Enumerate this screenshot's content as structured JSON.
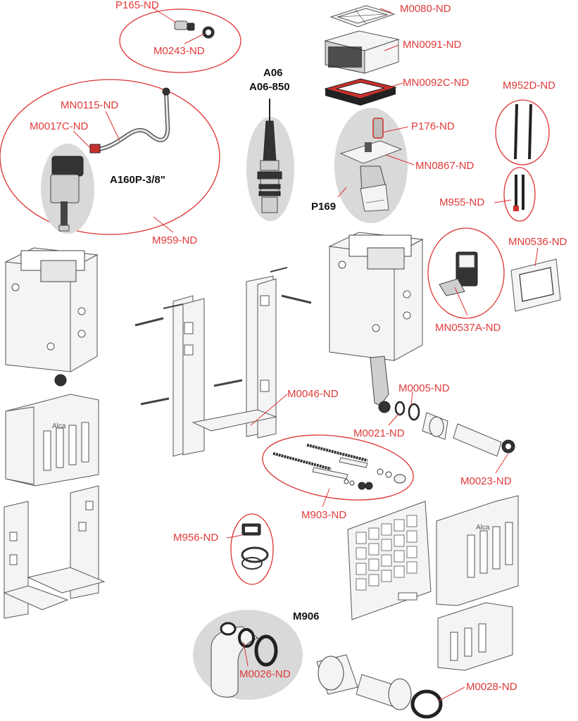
{
  "colors": {
    "red_label": "#e03a3a",
    "black_label": "#111111",
    "highlight_grey": "#d9d9d9"
  },
  "labels": {
    "P165": "P165-ND",
    "M0243": "M0243-ND",
    "M0080": "M0080-ND",
    "MN0091": "MN0091-ND",
    "MN0092C": "MN0092C-ND",
    "A06": "A06",
    "A06_850": "A06-850",
    "MN0115": "MN0115-ND",
    "M0017C": "M0017C-ND",
    "A160P": "A160P-3/8\"",
    "M959": "M959-ND",
    "M952D": "M952D-ND",
    "P176": "P176-ND",
    "MN0867": "MN0867-ND",
    "P169": "P169",
    "M955": "M955-ND",
    "MN0536": "MN0536-ND",
    "MN0537A": "MN0537A-ND",
    "M0046": "M0046-ND",
    "M0005": "M0005-ND",
    "M0021": "M0021-ND",
    "M0023": "M0023-ND",
    "M903": "M903-ND",
    "M956": "M956-ND",
    "M906": "M906",
    "M0026": "M0026-ND",
    "M0028": "M0028-ND"
  },
  "logo_text": "Alca"
}
